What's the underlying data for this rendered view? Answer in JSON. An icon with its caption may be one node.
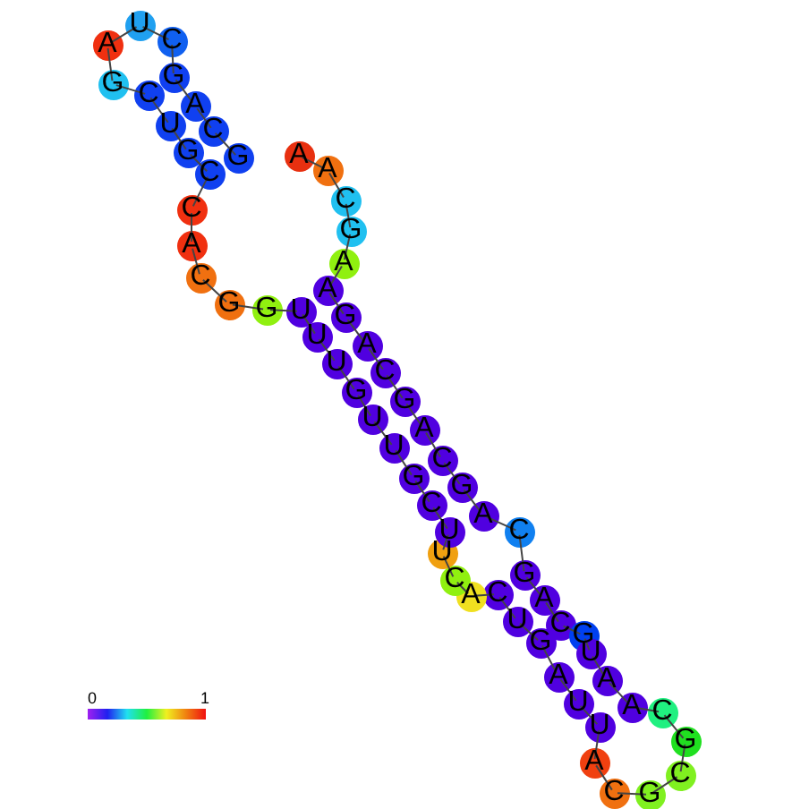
{
  "diagram": {
    "nodes": [
      {
        "text": [
          "A"
        ]
      },
      {
        "text": [
          "A"
        ]
      },
      {
        "text": [
          "C"
        ]
      },
      {
        "text": [
          "G"
        ]
      },
      {
        "text": [
          "A"
        ]
      },
      {
        "text": [
          "A"
        ]
      },
      {
        "text": [
          "G"
        ]
      },
      {
        "text": [
          "A"
        ]
      },
      {
        "text": [
          "C"
        ]
      },
      {
        "text": [
          "G"
        ]
      },
      {
        "text": [
          "A"
        ]
      },
      {
        "text": [
          "C"
        ]
      },
      {
        "text": [
          "G"
        ]
      },
      {
        "text": [
          "A"
        ]
      },
      {
        "text": [
          "C"
        ]
      },
      {
        "text": [
          "G"
        ]
      },
      {
        "text": [
          "A"
        ]
      },
      {
        "text": [
          "C"
        ]
      },
      {
        "text": [
          "G"
        ]
      },
      {
        "text": [
          "U"
        ]
      },
      {
        "text": [
          "A"
        ]
      },
      {
        "text": [
          "A"
        ]
      },
      {
        "text": [
          "C"
        ]
      },
      {
        "text": [
          "G"
        ]
      },
      {
        "text": [
          "C"
        ]
      },
      {
        "text": [
          "G"
        ]
      },
      {
        "text": [
          "C"
        ]
      },
      {
        "text": [
          "A"
        ]
      },
      {
        "text": [
          "U"
        ]
      },
      {
        "text": [
          "U"
        ]
      },
      {
        "text": [
          "A"
        ]
      },
      {
        "text": [
          "G"
        ]
      },
      {
        "text": [
          "U"
        ]
      },
      {
        "text": [
          "C"
        ]
      },
      {
        "text": [
          "A"
        ]
      },
      {
        "text": [
          "C"
        ]
      },
      {
        "text": [
          "U"
        ]
      },
      {
        "text": [
          "U"
        ]
      },
      {
        "text": [
          "C"
        ]
      },
      {
        "text": [
          "G"
        ]
      },
      {
        "text": [
          "U"
        ]
      },
      {
        "text": [
          "U"
        ]
      },
      {
        "text": [
          "G"
        ]
      },
      {
        "text": [
          "U"
        ]
      },
      {
        "text": [
          "U"
        ]
      },
      {
        "text": [
          "U"
        ]
      },
      {
        "text": [
          "G"
        ]
      },
      {
        "text": [
          "G"
        ]
      },
      {
        "text": [
          "C"
        ]
      },
      {
        "text": [
          "A"
        ]
      },
      {
        "text": [
          "C"
        ]
      },
      {
        "text": [
          "C"
        ]
      },
      {
        "text": [
          "G"
        ]
      },
      {
        "text": [
          "U"
        ]
      },
      {
        "text": [
          "C"
        ]
      },
      {
        "text": [
          "G"
        ]
      },
      {
        "text": [
          "A"
        ]
      },
      {
        "text": [
          "U"
        ]
      },
      {
        "text": [
          "C"
        ]
      },
      {
        "text": [
          "G"
        ]
      },
      {
        "text": [
          "A"
        ]
      },
      {
        "text": [
          "C"
        ]
      },
      {
        "text": [
          "G"
        ]
      }
    ],
    "edges": [
      {
        "from": 0,
        "to": 1,
        "arrow": "none"
      },
      {
        "from": 1,
        "to": 2,
        "arrow": "none"
      },
      {
        "from": 2,
        "to": 3,
        "arrow": "none"
      },
      {
        "from": 3,
        "to": 4,
        "arrow": "none"
      },
      {
        "from": 4,
        "to": 5,
        "arrow": "none"
      },
      {
        "from": 5,
        "to": 6,
        "arrow": "none"
      },
      {
        "from": 6,
        "to": 7,
        "arrow": "none"
      },
      {
        "from": 7,
        "to": 8,
        "arrow": "none"
      },
      {
        "from": 8,
        "to": 9,
        "arrow": "none"
      },
      {
        "from": 9,
        "to": 10,
        "arrow": "none"
      },
      {
        "from": 10,
        "to": 11,
        "arrow": "none"
      },
      {
        "from": 11,
        "to": 12,
        "arrow": "none"
      },
      {
        "from": 12,
        "to": 13,
        "arrow": "none"
      },
      {
        "from": 13,
        "to": 14,
        "arrow": "none"
      },
      {
        "from": 14,
        "to": 15,
        "arrow": "none"
      },
      {
        "from": 15,
        "to": 16,
        "arrow": "none"
      },
      {
        "from": 16,
        "to": 17,
        "arrow": "none"
      },
      {
        "from": 17,
        "to": 18,
        "arrow": "none"
      },
      {
        "from": 18,
        "to": 19,
        "arrow": "none"
      },
      {
        "from": 19,
        "to": 20,
        "arrow": "none"
      },
      {
        "from": 20,
        "to": 21,
        "arrow": "none"
      },
      {
        "from": 21,
        "to": 22,
        "arrow": "none"
      },
      {
        "from": 22,
        "to": 23,
        "arrow": "none"
      },
      {
        "from": 23,
        "to": 24,
        "arrow": "none"
      },
      {
        "from": 24,
        "to": 25,
        "arrow": "none"
      },
      {
        "from": 25,
        "to": 26,
        "arrow": "none"
      },
      {
        "from": 26,
        "to": 27,
        "arrow": "none"
      },
      {
        "from": 27,
        "to": 28,
        "arrow": "none"
      },
      {
        "from": 28,
        "to": 29,
        "arrow": "none"
      },
      {
        "from": 29,
        "to": 30,
        "arrow": "none"
      },
      {
        "from": 30,
        "to": 31,
        "arrow": "none"
      },
      {
        "from": 31,
        "to": 32,
        "arrow": "none"
      },
      {
        "from": 32,
        "to": 33,
        "arrow": "none"
      },
      {
        "from": 33,
        "to": 34,
        "arrow": "none"
      },
      {
        "from": 34,
        "to": 35,
        "arrow": "none"
      },
      {
        "from": 35,
        "to": 36,
        "arrow": "none"
      },
      {
        "from": 36,
        "to": 37,
        "arrow": "none"
      },
      {
        "from": 37,
        "to": 38,
        "arrow": "none"
      },
      {
        "from": 38,
        "to": 39,
        "arrow": "none"
      },
      {
        "from": 39,
        "to": 40,
        "arrow": "none"
      },
      {
        "from": 40,
        "to": 41,
        "arrow": "none"
      },
      {
        "from": 41,
        "to": 42,
        "arrow": "none"
      },
      {
        "from": 42,
        "to": 43,
        "arrow": "none"
      },
      {
        "from": 43,
        "to": 44,
        "arrow": "none"
      },
      {
        "from": 44,
        "to": 45,
        "arrow": "none"
      },
      {
        "from": 45,
        "to": 46,
        "arrow": "none"
      },
      {
        "from": 46,
        "to": 47,
        "arrow": "none"
      },
      {
        "from": 47,
        "to": 48,
        "arrow": "none"
      },
      {
        "from": 48,
        "to": 49,
        "arrow": "none"
      },
      {
        "from": 49,
        "to": 50,
        "arrow": "none"
      },
      {
        "from": 50,
        "to": 51,
        "arrow": "none"
      },
      {
        "from": 51,
        "to": 52,
        "arrow": "none"
      },
      {
        "from": 52,
        "to": 53,
        "arrow": "none"
      },
      {
        "from": 53,
        "to": 54,
        "arrow": "none"
      },
      {
        "from": 54,
        "to": 55,
        "arrow": "none"
      },
      {
        "from": 55,
        "to": 56,
        "arrow": "none"
      },
      {
        "from": 56,
        "to": 57,
        "arrow": "none"
      },
      {
        "from": 57,
        "to": 58,
        "arrow": "none"
      },
      {
        "from": 58,
        "to": 59,
        "arrow": "none"
      },
      {
        "from": 59,
        "to": 60,
        "arrow": "none"
      },
      {
        "from": 60,
        "to": 61,
        "arrow": "none"
      },
      {
        "from": 61,
        "to": 62,
        "arrow": "none"
      }
    ],
    "labels": [
      "0",
      "1"
    ]
  }
}
